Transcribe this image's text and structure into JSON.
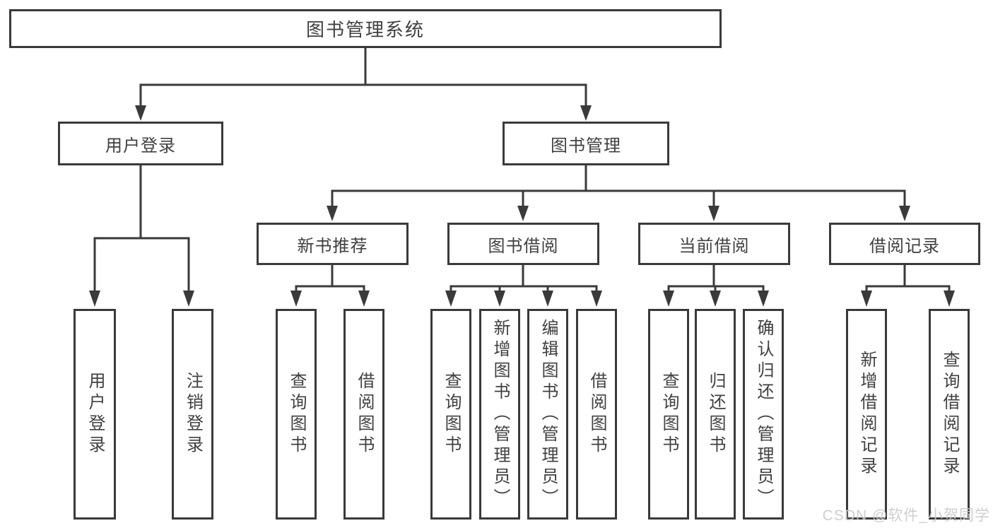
{
  "tree": {
    "root": {
      "label": "图书管理系统"
    },
    "branches": [
      {
        "label": "用户登录",
        "children": [
          {
            "label": "用户登录"
          },
          {
            "label": "注销登录"
          }
        ]
      },
      {
        "label": "图书管理",
        "children": [
          {
            "label": "新书推荐",
            "children": [
              {
                "label": "查询图书"
              },
              {
                "label": "借阅图书"
              }
            ]
          },
          {
            "label": "图书借阅",
            "children": [
              {
                "label": "查询图书"
              },
              {
                "label": "新增图书（管理员）"
              },
              {
                "label": "编辑图书（管理员）"
              },
              {
                "label": "借阅图书"
              }
            ]
          },
          {
            "label": "当前借阅",
            "children": [
              {
                "label": "查询图书"
              },
              {
                "label": "归还图书"
              },
              {
                "label": "确认归还（管理员）"
              }
            ]
          },
          {
            "label": "借阅记录",
            "children": [
              {
                "label": "新增借阅记录"
              },
              {
                "label": "查询借阅记录"
              }
            ]
          }
        ]
      }
    ]
  },
  "watermark": {
    "text": "CSDN @软件_小贺同学"
  },
  "colors": {
    "line": "#3a3a3a",
    "text": "#404040",
    "background": "#ffffff",
    "watermark": "#cccccc"
  }
}
